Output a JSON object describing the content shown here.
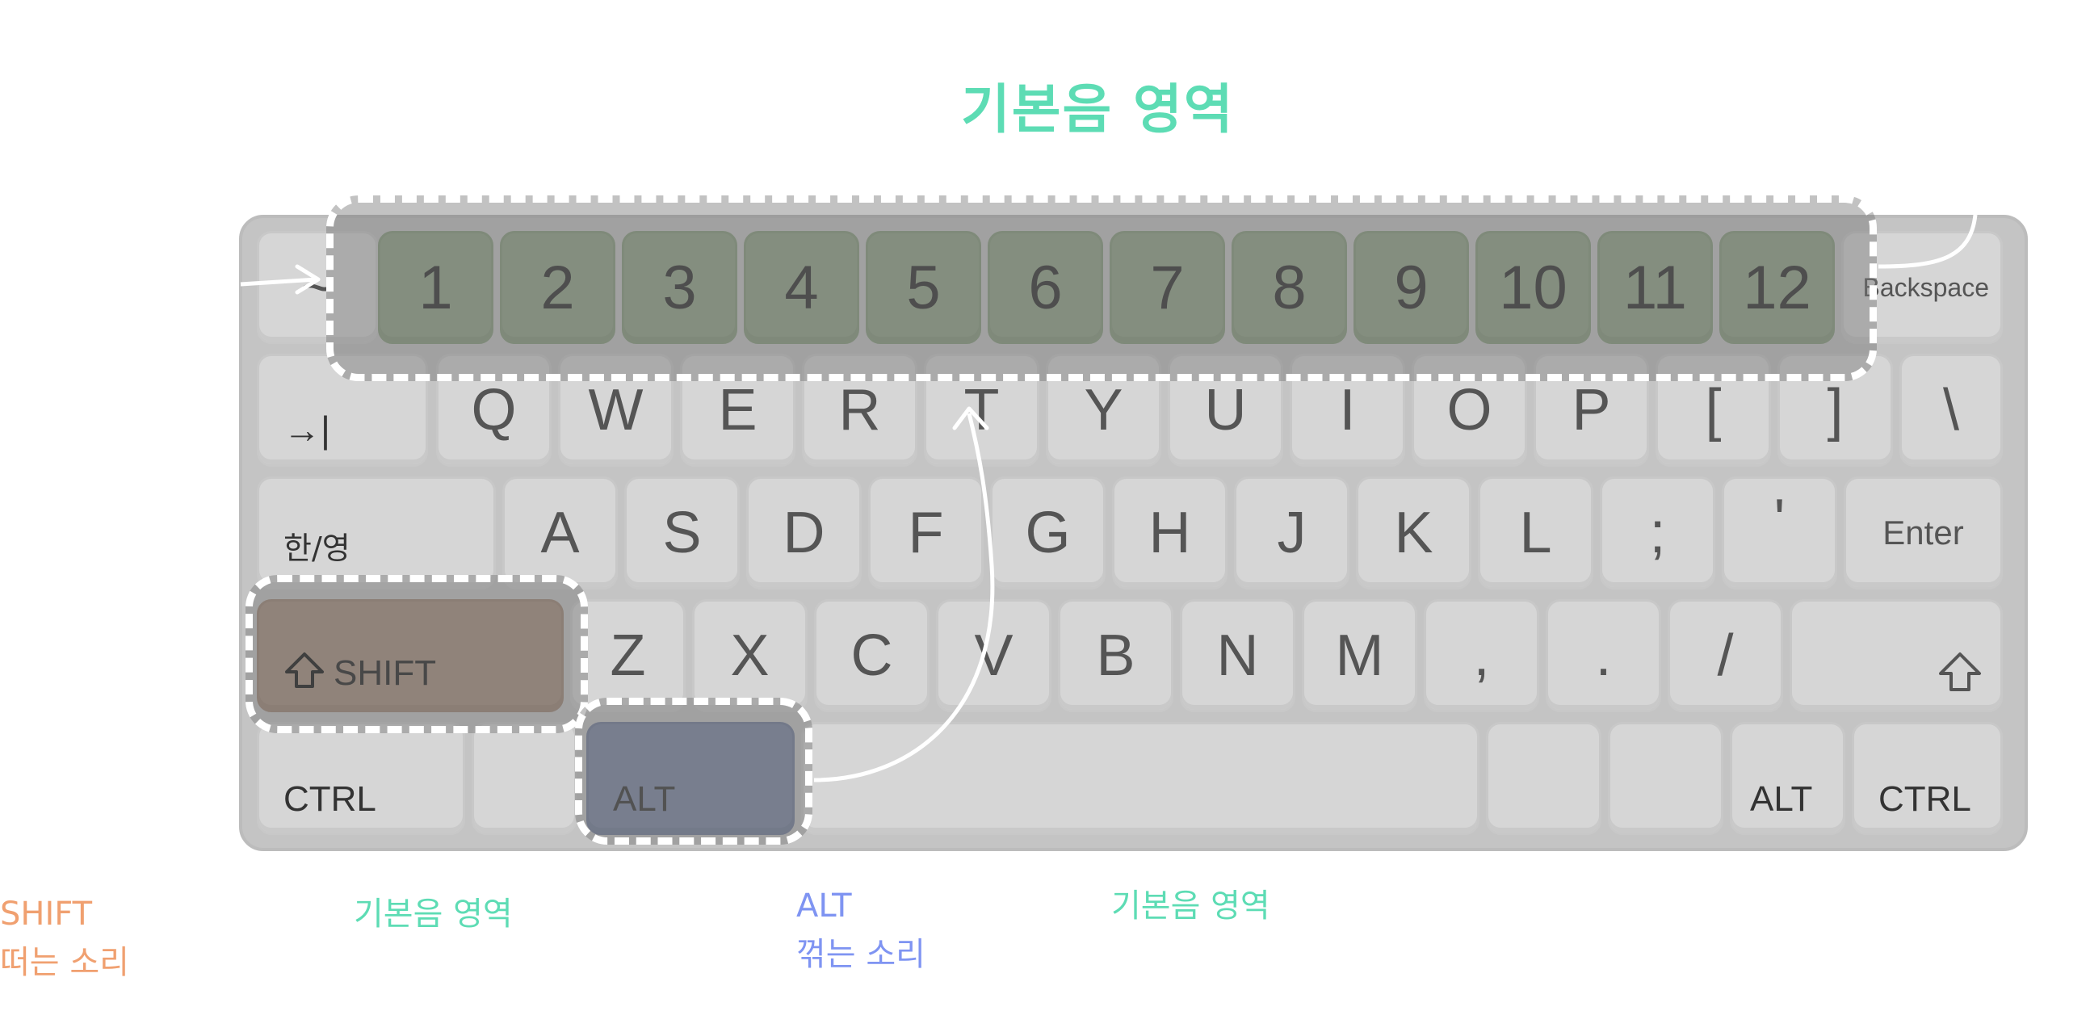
{
  "title": "기본음 영역",
  "keyboard": {
    "row0": {
      "tilde": "~",
      "numbers": [
        "1",
        "2",
        "3",
        "4",
        "5",
        "6",
        "7",
        "8",
        "9",
        "10",
        "11",
        "12"
      ],
      "backspace": "Backspace"
    },
    "row1": {
      "tab_glyph": "→|",
      "letters": [
        "Q",
        "W",
        "E",
        "R",
        "T",
        "Y",
        "U",
        "I",
        "O",
        "P",
        "[",
        "]",
        "\\"
      ]
    },
    "row2": {
      "hangul": "한/영",
      "letters": [
        "A",
        "S",
        "D",
        "F",
        "G",
        "H",
        "J",
        "K",
        "L",
        ";",
        "'"
      ],
      "enter": "Enter"
    },
    "row3": {
      "shift": "SHIFT",
      "letters": [
        "Z",
        "X",
        "C",
        "V",
        "B",
        "N",
        "M",
        ",",
        ".",
        "/"
      ]
    },
    "row4": {
      "ctrl_left": "CTRL",
      "alt_left": "ALT",
      "alt_right": "ALT",
      "ctrl_right": "CTRL"
    }
  },
  "legend": {
    "shift_line1": "SHIFT",
    "shift_line2": "떠는 소리",
    "base1": "기본음 영역",
    "alt_line1": "ALT",
    "alt_line2": "꺾는 소리",
    "base2": "기본음 영역"
  },
  "colors": {
    "base_region": "#5ddcb4",
    "shift": "#f0a070",
    "alt": "#7f94f2",
    "number_key": "#8fa185",
    "shift_key": "#a58c7c",
    "alt_key": "#7884a1"
  }
}
